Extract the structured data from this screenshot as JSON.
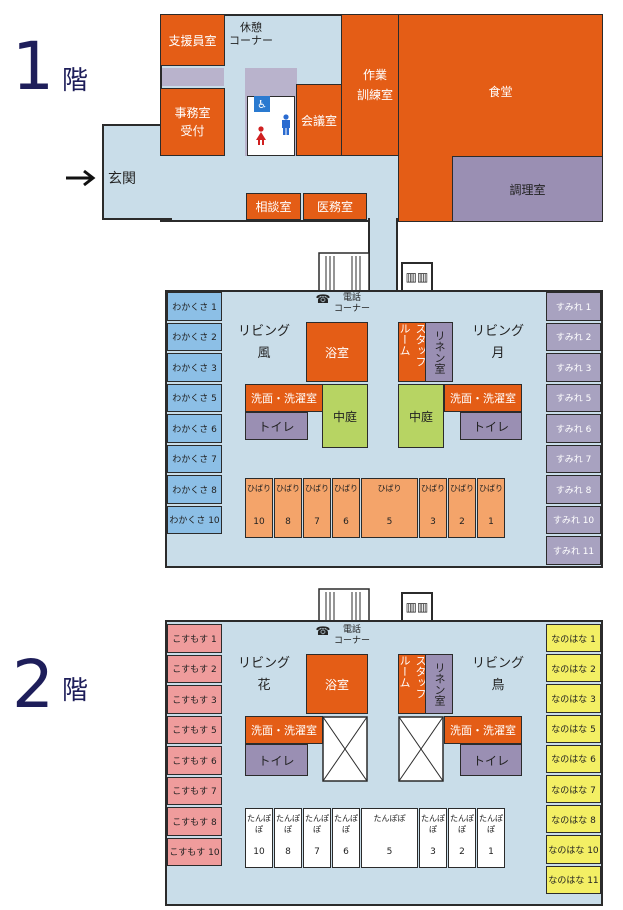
{
  "floor1": {
    "number": "1",
    "kai": "階",
    "entrance": "玄関",
    "support_office": "支援員室",
    "rest_corner": "休憩\nコーナー",
    "office": "事務室\n受付",
    "meeting_room": "会議室",
    "work_training": "作業\n訓練室",
    "dining": "食堂",
    "kitchen": "調理室",
    "consult_room": "相談室",
    "medical_room": "医務室",
    "phone_corner": "電話\nコーナー",
    "living_left": "リビング\n風",
    "living_right": "リビング\n月",
    "bath": "浴室",
    "staff_room": "スタッフ\nルーム",
    "linen_room": "リネン室",
    "laundry_left": "洗面・洗濯室",
    "laundry_right": "洗面・洗濯室",
    "toilet_left": "トイレ",
    "toilet_right": "トイレ",
    "courtyard_left": "中庭",
    "courtyard_right": "中庭",
    "left_rooms": [
      "わかくさ 1",
      "わかくさ 2",
      "わかくさ 3",
      "わかくさ 5",
      "わかくさ 6",
      "わかくさ 7",
      "わかくさ 8",
      "わかくさ 10"
    ],
    "right_rooms": [
      "すみれ 1",
      "すみれ 2",
      "すみれ 3",
      "すみれ 5",
      "すみれ 6",
      "すみれ 7",
      "すみれ 8",
      "すみれ 10",
      "すみれ 11"
    ],
    "bottom_rooms": [
      {
        "name": "ひばり",
        "num": "10"
      },
      {
        "name": "ひばり",
        "num": "8"
      },
      {
        "name": "ひばり",
        "num": "7"
      },
      {
        "name": "ひばり",
        "num": "6"
      },
      {
        "name": "ひばり",
        "num": "5"
      },
      {
        "name": "ひばり",
        "num": "3"
      },
      {
        "name": "ひばり",
        "num": "2"
      },
      {
        "name": "ひばり",
        "num": "1"
      }
    ]
  },
  "floor2": {
    "number": "2",
    "kai": "階",
    "phone_corner": "電話\nコーナー",
    "living_left": "リビング\n花",
    "living_right": "リビング\n鳥",
    "bath": "浴室",
    "staff_room": "スタッフ\nルーム",
    "linen_room": "リネン室",
    "laundry_left": "洗面・洗濯室",
    "laundry_right": "洗面・洗濯室",
    "toilet_left": "トイレ",
    "toilet_right": "トイレ",
    "left_rooms": [
      "こすもす 1",
      "こすもす 2",
      "こすもす 3",
      "こすもす 5",
      "こすもす 6",
      "こすもす 7",
      "こすもす 8",
      "こすもす 10"
    ],
    "right_rooms": [
      "なのはな 1",
      "なのはな 2",
      "なのはな 3",
      "なのはな 5",
      "なのはな 6",
      "なのはな 7",
      "なのはな 8",
      "なのはな 10",
      "なのはな 11"
    ],
    "bottom_rooms": [
      {
        "name": "たんぽぽ",
        "num": "10"
      },
      {
        "name": "たんぽぽ",
        "num": "8"
      },
      {
        "name": "たんぽぽ",
        "num": "7"
      },
      {
        "name": "たんぽぽ",
        "num": "6"
      },
      {
        "name": "たんぽぽ",
        "num": "5"
      },
      {
        "name": "たんぽぽ",
        "num": "3"
      },
      {
        "name": "たんぽぽ",
        "num": "2"
      },
      {
        "name": "たんぽぽ",
        "num": "1"
      }
    ]
  },
  "icons": [
    "wheelchair-icon",
    "female-icon",
    "male-icon",
    "elevator-icon",
    "phone-icon",
    "stairs-icon",
    "entrance-arrow-icon"
  ]
}
